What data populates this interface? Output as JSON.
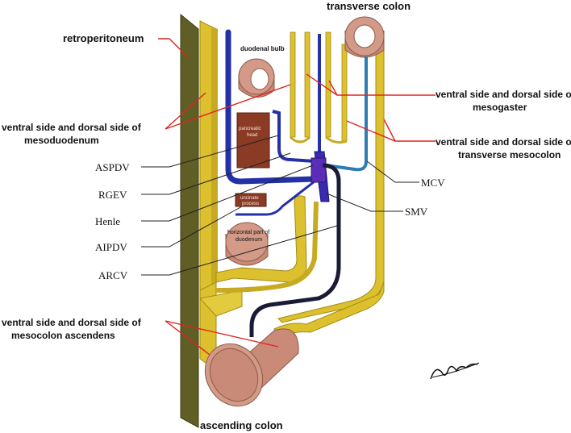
{
  "labels": {
    "retroperitoneum": "retroperitoneum",
    "transverse_colon": "transverse colon",
    "duodenal_bulb": "duodenal bulb",
    "mesogaster_l1": "ventral side and dorsal side of",
    "mesogaster_l2": "mesogaster",
    "mesoduodenum_l1": "ventral side and dorsal side of",
    "mesoduodenum_l2": "mesoduodenum",
    "transverse_mesocolon_l1": "ventral side and dorsal side of",
    "transverse_mesocolon_l2": "transverse mesocolon",
    "pancreatic_head_l1": "pancreatic",
    "pancreatic_head_l2": "head",
    "uncinate_l1": "uncinate",
    "uncinate_l2": "process",
    "horizontal_duodenum_l1": "horizontal part of",
    "horizontal_duodenum_l2": "duodenum",
    "aspdv": "ASPDV",
    "rgev": "RGEV",
    "henle": "Henle",
    "aipdv": "AIPDV",
    "arcv": "ARCV",
    "mcv": "MCV",
    "smv": "SMV",
    "mesocolon_ascendens_l1": "ventral side and dorsal side of",
    "mesocolon_ascendens_l2": "mesocolon ascendens",
    "ascending_colon": "ascending colon"
  },
  "colors": {
    "retroperitoneum_wall": "#5f5e24",
    "mesentery_yellow": "#dcc02e",
    "vein_blue": "#2430a8",
    "mcv_teal": "#2f7cb4",
    "arcv_dark": "#1b1b38",
    "colon_pink": "#c98a78",
    "pancreas_brown": "#8b3a24",
    "leader_red": "#e0241e",
    "leader_black": "#222222"
  }
}
